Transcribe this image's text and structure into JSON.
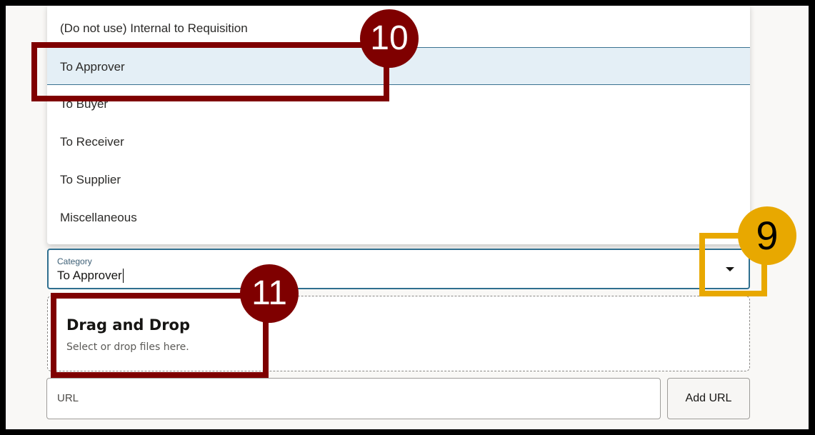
{
  "dropdown": {
    "options": [
      "(Do not use) Internal to Requisition",
      "To Approver",
      "To Buyer",
      "To Receiver",
      "To Supplier",
      "Miscellaneous"
    ],
    "selected": "To Approver"
  },
  "category": {
    "label": "Category",
    "value": "To Approver"
  },
  "dropzone": {
    "title": "Drag and Drop",
    "subtitle": "Select or drop files here."
  },
  "url": {
    "placeholder": "URL",
    "button": "Add URL"
  },
  "callouts": {
    "c9": "9",
    "c10": "10",
    "c11": "11",
    "color_red": "#7f0000",
    "color_gold": "#e8a800"
  }
}
